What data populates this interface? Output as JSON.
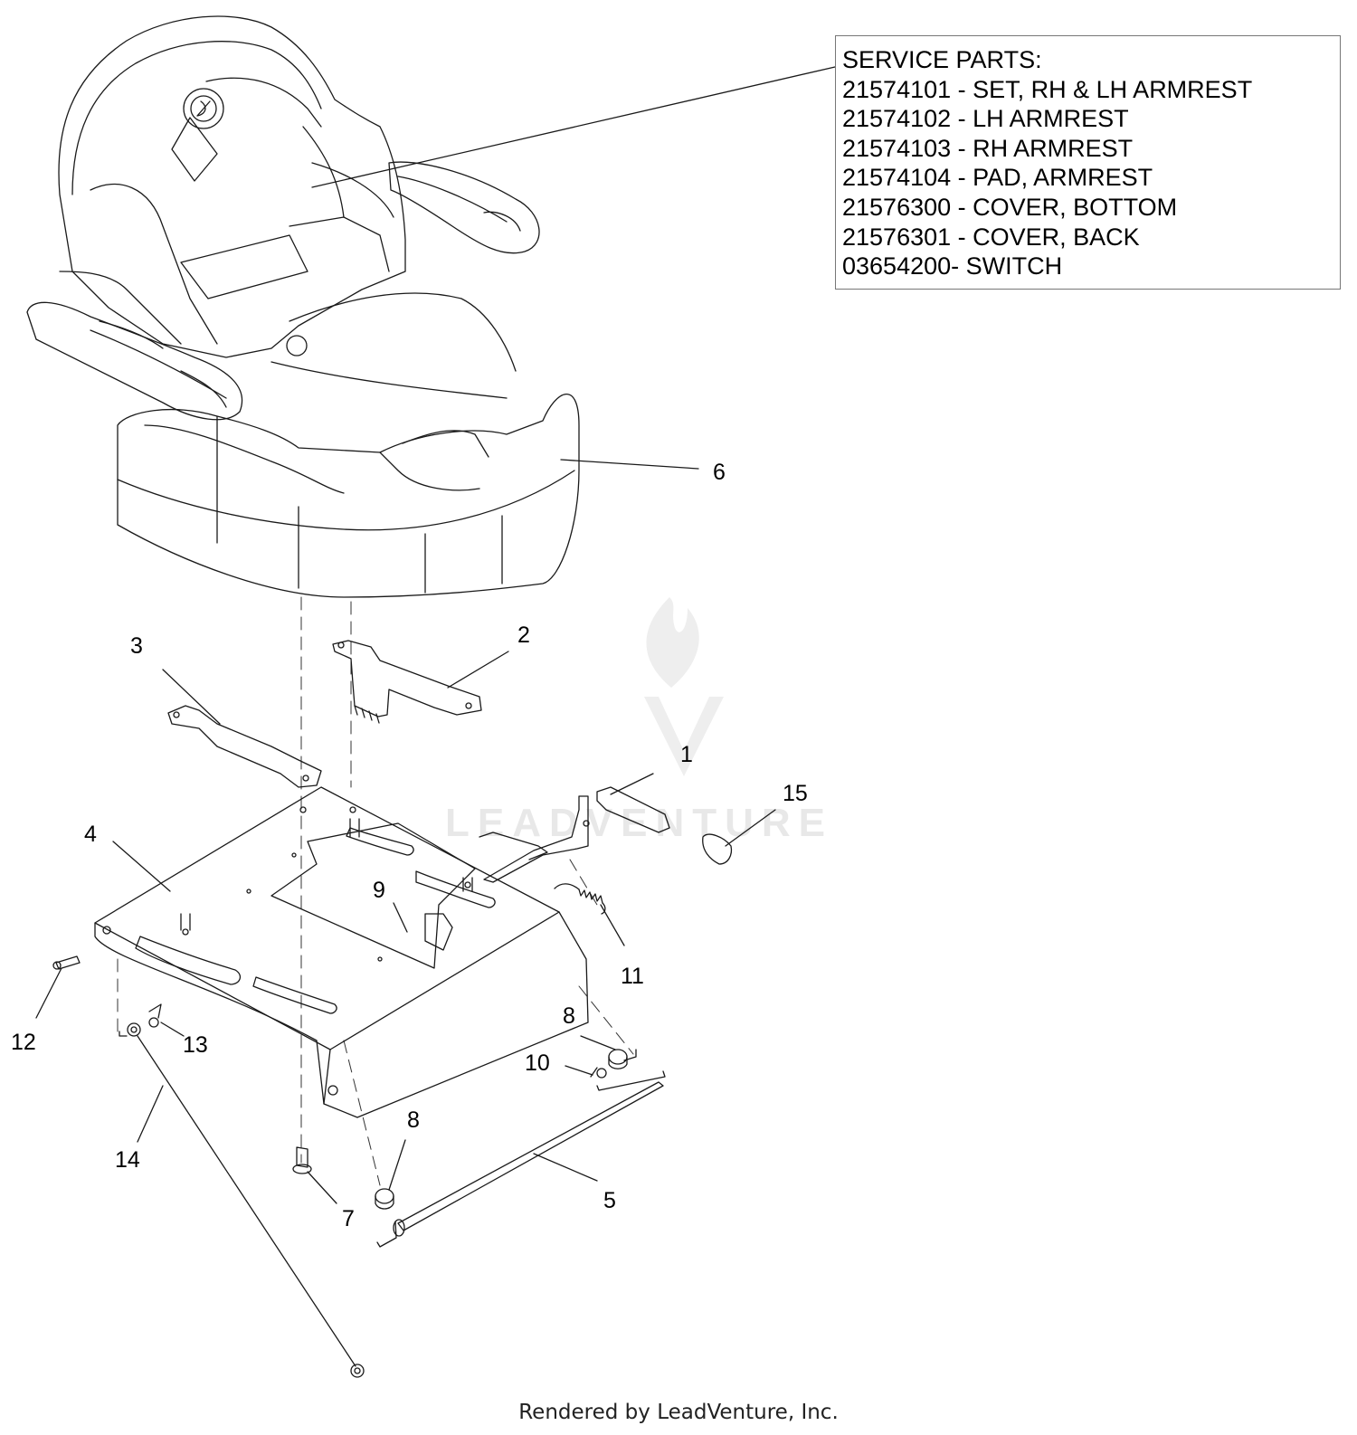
{
  "service_parts": {
    "title": "SERVICE PARTS:",
    "items": [
      "21574101 - SET, RH & LH ARMREST",
      "21574102 - LH ARMREST",
      "21574103 - RH ARMREST",
      "21574104 - PAD, ARMREST",
      "21576300 - COVER, BOTTOM",
      "21576301 - COVER, BACK",
      "03654200- SWITCH"
    ]
  },
  "callouts": {
    "c1": "1",
    "c2": "2",
    "c3": "3",
    "c4": "4",
    "c5": "5",
    "c6": "6",
    "c7": "7",
    "c8a": "8",
    "c8b": "8",
    "c9": "9",
    "c10": "10",
    "c11": "11",
    "c12": "12",
    "c13": "13",
    "c14": "14",
    "c15": "15"
  },
  "watermark": {
    "text": "LEADVENTURE"
  },
  "footer": {
    "text": "Rendered by LeadVenture, Inc."
  },
  "colors": {
    "line": "#1a1a1a",
    "watermark": "#e8e8e8",
    "box_border": "#777777"
  }
}
